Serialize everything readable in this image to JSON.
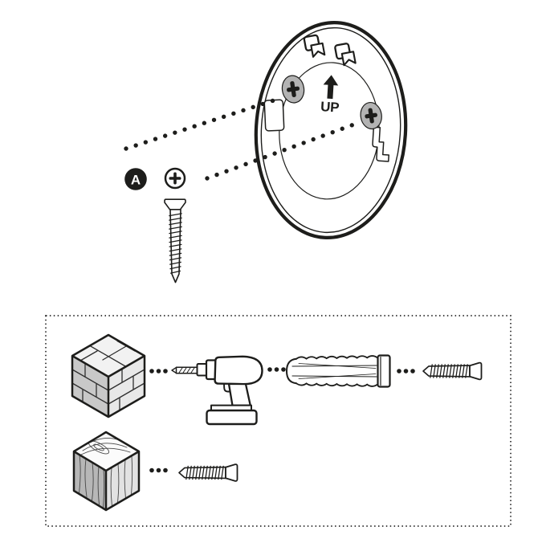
{
  "colors": {
    "ink": "#1d1d1b",
    "paper": "#ffffff",
    "screw": "#b3b3b3",
    "brick_top": "#f2f2f2",
    "brick_left": "#c8c8c8",
    "brick_right": "#e8e8e8",
    "wood_top": "#fbfbfb",
    "wood_left": "#b7b7b7",
    "wood_right": "#e2e2e2"
  },
  "parts": {
    "screw_label": "A"
  },
  "plate": {
    "up_label": "UP"
  },
  "legend": {
    "rows": [
      {
        "material": "masonry-brick-wall",
        "sequence": [
          "electric-drill",
          "wall-anchor-plug",
          "screw-a"
        ]
      },
      {
        "material": "solid-wood-wall",
        "sequence": [
          "screw-a"
        ]
      }
    ]
  }
}
